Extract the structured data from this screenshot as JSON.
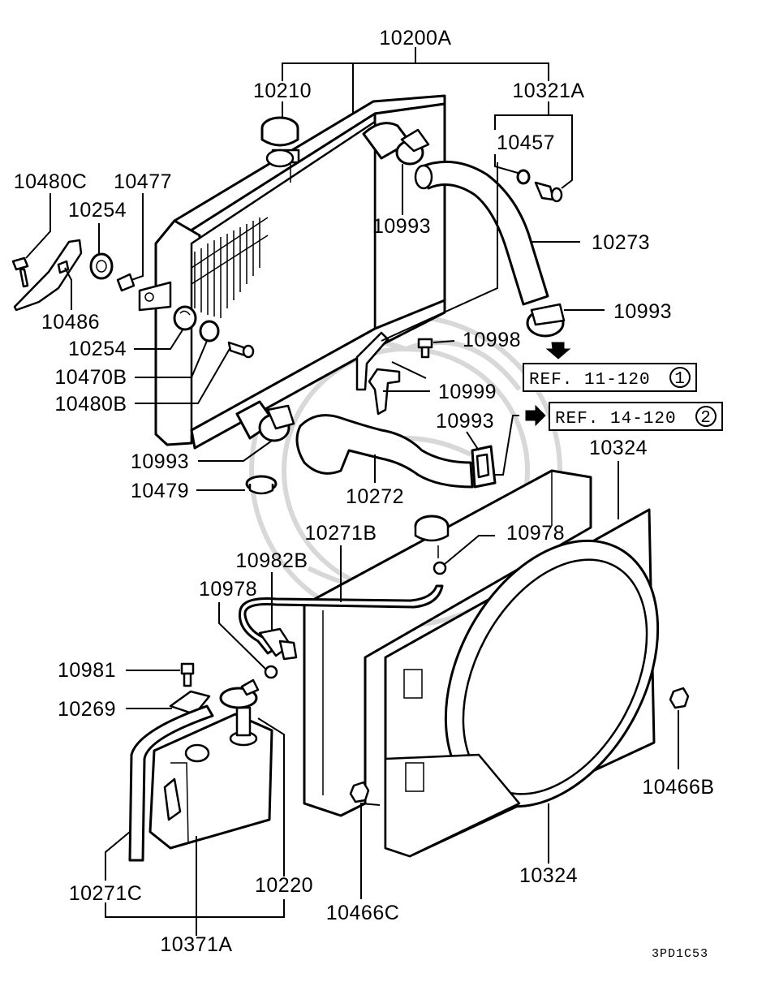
{
  "labels": {
    "p10200A": "10200A",
    "p10210": "10210",
    "p10321A": "10321A",
    "p10457": "10457",
    "p10480C": "10480C",
    "p10477": "10477",
    "p10254a": "10254",
    "p10993a": "10993",
    "p10273": "10273",
    "p10486": "10486",
    "p10993b": "10993",
    "p10254b": "10254",
    "p10998": "10998",
    "p10470B": "10470B",
    "p10480B": "10480B",
    "p10999": "10999",
    "p10993c": "10993",
    "p10324a": "10324",
    "p10993d": "10993",
    "p10479": "10479",
    "p10272": "10272",
    "p10271B": "10271B",
    "p10978a": "10978",
    "p10982B": "10982B",
    "p10978b": "10978",
    "p10981": "10981",
    "p10269": "10269",
    "p10466B": "10466B",
    "p10220": "10220",
    "p10271C": "10271C",
    "p10466C": "10466C",
    "p10324b": "10324",
    "p10371A": "10371A"
  },
  "refs": {
    "ref1_text": "REF. 11-120",
    "ref1_num": "1",
    "ref2_text": "REF. 14-120",
    "ref2_num": "2"
  },
  "diagram_code": "3PD1C53"
}
